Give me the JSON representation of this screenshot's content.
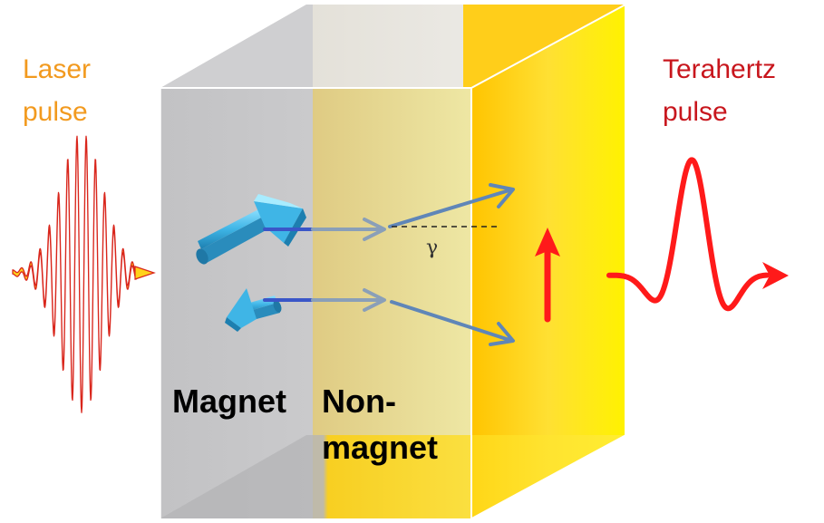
{
  "labels": {
    "laser_line1": "Laser",
    "laser_line2": "pulse",
    "terahertz_line1": "Terahertz",
    "terahertz_line2": "pulse",
    "magnet": "Magnet",
    "nonmagnet_line1": "Non-",
    "nonmagnet_line2": "magnet",
    "angle": "γ"
  },
  "colors": {
    "laser_text": "#f29a1f",
    "terahertz_text": "#c8161d",
    "laser_wave_fill": "#ffd21a",
    "laser_wave_stroke": "#d9261c",
    "terahertz_wave": "#ff1a1a",
    "magnet_region": "#c7c7c9",
    "nonmagnet_region": "#e9d58a",
    "yellow_face": "#ffd400",
    "spin_arrow": "#3fb5e6",
    "electron_path": "#5f86b8",
    "current_arrow": "#ff1a1a"
  },
  "icons": {
    "spin_up_arrow": "cyan-3d-arrow-icon",
    "spin_down_arrow": "cyan-3d-arrow-icon",
    "charge_current": "red-up-arrow-icon"
  }
}
